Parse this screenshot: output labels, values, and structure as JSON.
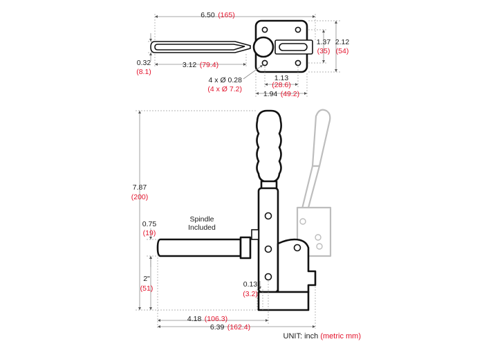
{
  "top_view": {
    "overall_length": {
      "in": "6.50",
      "mm": "(165)"
    },
    "hole_spacing": {
      "in": "1.37",
      "mm": "(35)"
    },
    "base_width": {
      "in": "2.12",
      "mm": "(54)"
    },
    "handle_height": {
      "in": "0.32",
      "mm": "(8.1)"
    },
    "handle_length": {
      "in": "3.12",
      "mm": "(79.4)"
    },
    "hole_diameter": {
      "in": "4 x Ø 0.28",
      "mm": "(4 x Ø 7.2)"
    },
    "hole_pitch": {
      "in": "1.13",
      "mm": "(28.6)"
    },
    "base_length": {
      "in": "1.94",
      "mm": "(49.2)"
    }
  },
  "side_view": {
    "spindle_note_line1": "Spindle",
    "spindle_note_line2": "Included",
    "overall_height": {
      "in": "7.87",
      "mm": "(200)"
    },
    "spindle_diameter": {
      "in": "0.75",
      "mm": "(19)"
    },
    "spindle_height": {
      "in": "2\"",
      "mm": "(51)"
    },
    "base_thickness": {
      "in": "0.13",
      "mm": "(3.2)"
    },
    "spindle_reach": {
      "in": "4.18",
      "mm": "(106.3)"
    },
    "overall_reach": {
      "in": "6.39",
      "mm": "(162.4)"
    }
  },
  "units": {
    "label": "UNIT: inch",
    "metric": "(metric mm)"
  },
  "colors": {
    "imperial": "#1a1a1a",
    "metric": "#e3122b",
    "outline": "#111111",
    "ghost": "#bdbdbd"
  }
}
